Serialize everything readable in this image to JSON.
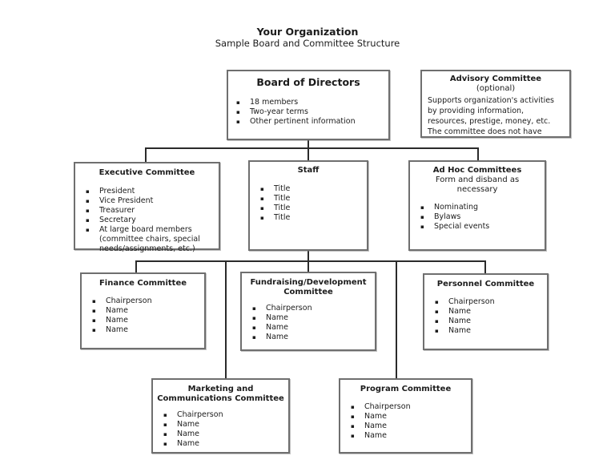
{
  "page": {
    "title": "Your Organization",
    "subtitle": "Sample Board and Committee Structure"
  },
  "colors": {
    "background": "#ffffff",
    "box_border": "#6f6f6f",
    "connector_line": "#2b2b2b",
    "text": "#1c1c1c"
  },
  "boxes": {
    "board": {
      "title": "Board of Directors",
      "bullets": [
        "18 members",
        "Two-year terms",
        "Other pertinent information"
      ]
    },
    "advisory": {
      "title": "Advisory Committee",
      "subtitle": "(optional)",
      "body": "Supports organization's activities by providing information, resources, prestige, money, etc. The committee does not have governing responsibility."
    },
    "executive": {
      "title": "Executive Committee",
      "bullets": [
        "President",
        "Vice President",
        "Treasurer",
        "Secretary",
        "At large board members (committee chairs, special needs/assignments, etc.)"
      ]
    },
    "staff": {
      "title": "Staff",
      "bullets": [
        "Title",
        "Title",
        "Title",
        "Title"
      ]
    },
    "adhoc": {
      "title": "Ad Hoc Committees",
      "subtitle": "Form and disband as necessary",
      "bullets": [
        "Nominating",
        "Bylaws",
        "Special events"
      ]
    },
    "finance": {
      "title": "Finance Committee",
      "bullets": [
        "Chairperson",
        "Name",
        "Name",
        "Name"
      ]
    },
    "fundraising": {
      "title": "Fundraising/Development Committee",
      "bullets": [
        "Chairperson",
        "Name",
        "Name",
        "Name"
      ]
    },
    "personnel": {
      "title": "Personnel Committee",
      "bullets": [
        "Chairperson",
        "Name",
        "Name",
        "Name"
      ]
    },
    "marketing": {
      "title": "Marketing and Communications Committee",
      "bullets": [
        "Chairperson",
        "Name",
        "Name",
        "Name"
      ]
    },
    "program": {
      "title": "Program Committee",
      "bullets": [
        "Chairperson",
        "Name",
        "Name",
        "Name"
      ]
    }
  }
}
